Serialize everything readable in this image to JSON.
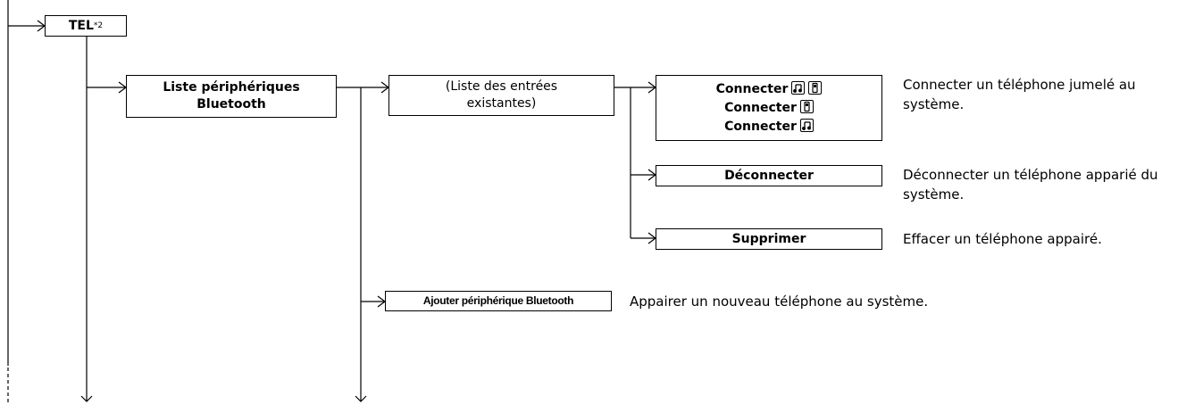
{
  "tel": {
    "label": "TEL",
    "note": "*2"
  },
  "bluetooth_list": {
    "line1": "Liste périphériques",
    "line2": "Bluetooth"
  },
  "entries": {
    "line1": "(Liste des entrées",
    "line2": "existantes)"
  },
  "connect_options": [
    {
      "label": "Connecter",
      "icons": [
        "music-icon",
        "phone-icon"
      ]
    },
    {
      "label": "Connecter",
      "icons": [
        "phone-icon"
      ]
    },
    {
      "label": "Connecter",
      "icons": [
        "music-icon"
      ]
    }
  ],
  "connect_desc": {
    "line1": "Connecter un téléphone jumelé au",
    "line2": "système."
  },
  "disconnect": {
    "label": "Déconnecter",
    "desc_line1": "Déconnecter un téléphone apparié du",
    "desc_line2": "système."
  },
  "delete": {
    "label": "Supprimer",
    "desc": "Effacer un téléphone appairé."
  },
  "add_device": {
    "label": "Ajouter périphérique Bluetooth",
    "desc": "Appairer un nouveau téléphone au système."
  }
}
